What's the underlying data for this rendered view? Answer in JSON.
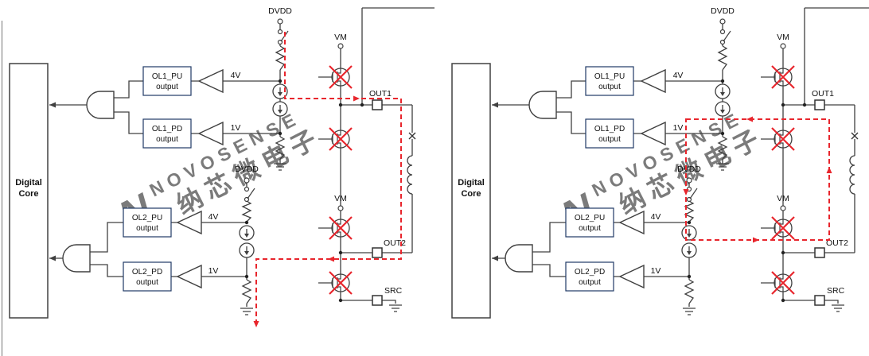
{
  "digital_core": {
    "line1": "Digital",
    "line2": "Core"
  },
  "boxes": [
    {
      "line1": "OL1_PU",
      "line2": "output"
    },
    {
      "line1": "OL1_PD",
      "line2": "output"
    },
    {
      "line1": "OL2_PU",
      "line2": "output"
    },
    {
      "line1": "OL2_PD",
      "line2": "output"
    }
  ],
  "nets": {
    "dvdd": "DVDD",
    "vm": "VM",
    "out1": "OUT1",
    "out2": "OUT2",
    "src": "SRC"
  },
  "thresholds": {
    "high": "4V",
    "low": "1V"
  },
  "watermark": {
    "logo": "N",
    "brand": "NOVOSENSE",
    "brand_cn": "纳芯微电子"
  },
  "colors": {
    "wire": "#404040",
    "fault_red": "#e8262d",
    "box_border": "#203a66",
    "watermark_gray": "#cfcfcf"
  }
}
